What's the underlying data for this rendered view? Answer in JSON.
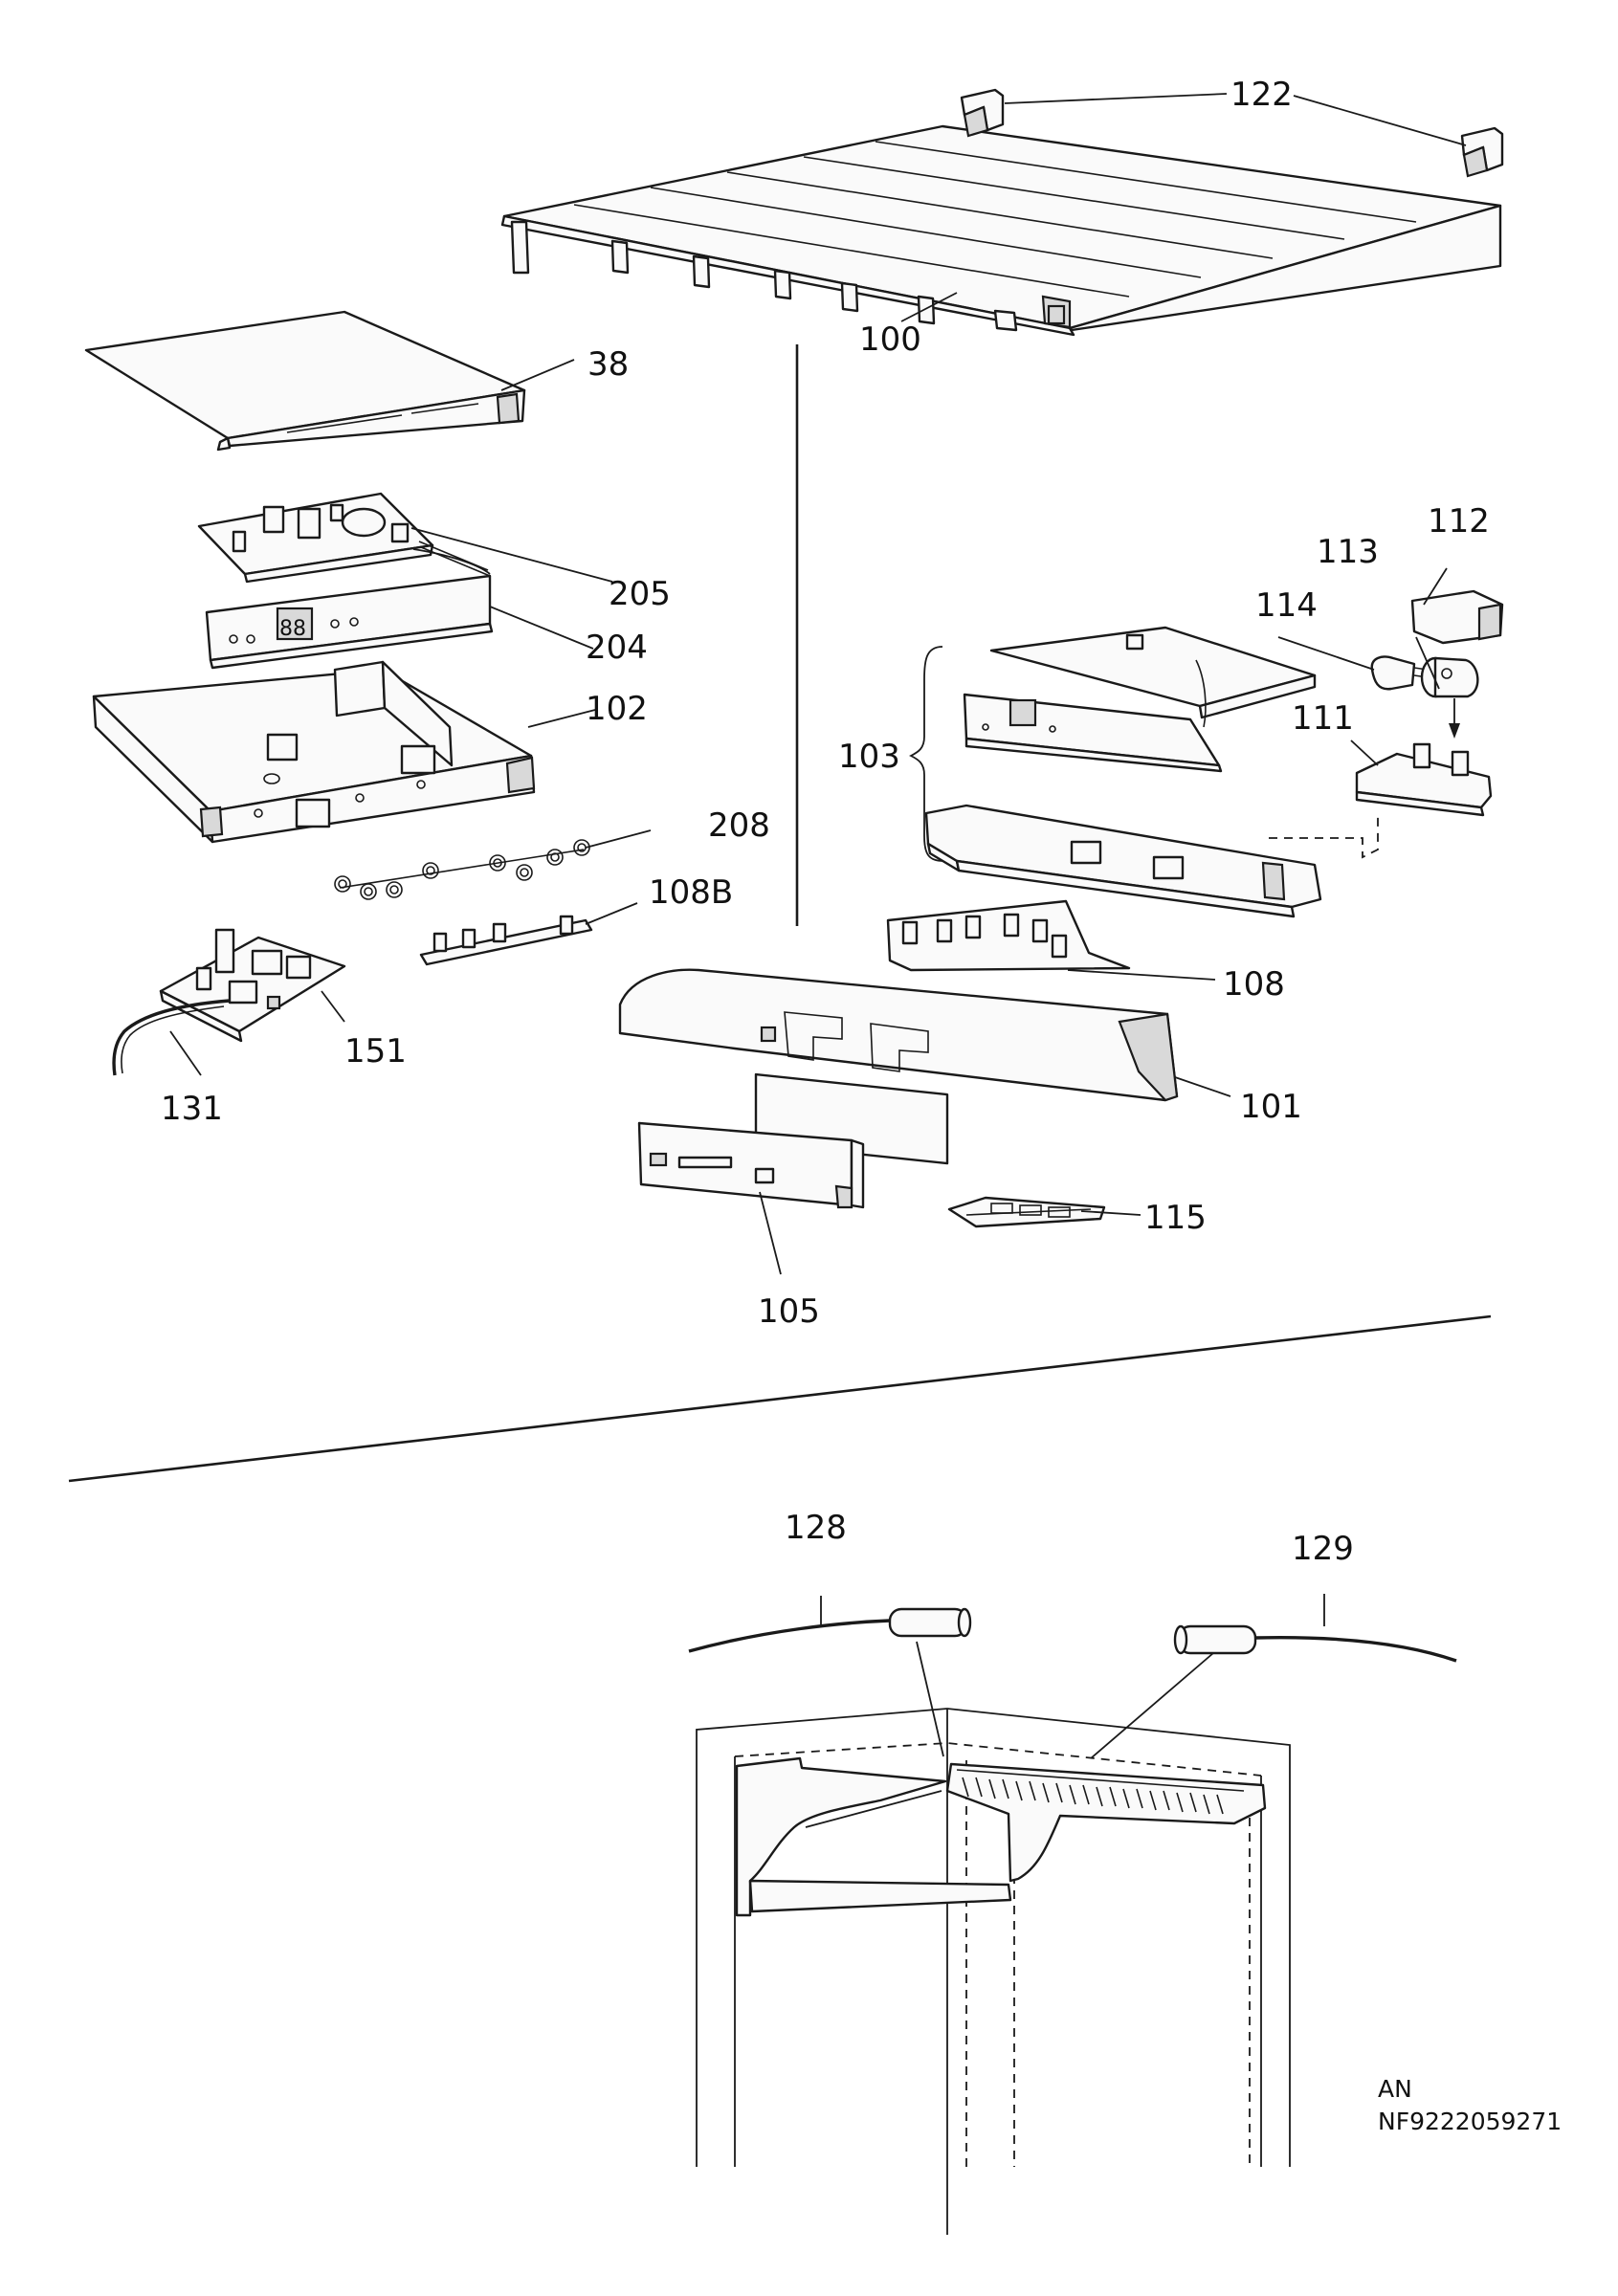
{
  "callouts": {
    "c122": "122",
    "c100": "100",
    "c38": "38",
    "c205": "205",
    "c204": "204",
    "c102": "102",
    "c208": "208",
    "c108B": "108B",
    "c151": "151",
    "c131": "131",
    "c112": "112",
    "c113": "113",
    "c114": "114",
    "c111": "111",
    "c103": "103",
    "c108": "108",
    "c101": "101",
    "c105": "105",
    "c115": "115",
    "c128": "128",
    "c129": "129"
  },
  "footer": {
    "region": "AN",
    "code": "NF9222059271"
  }
}
